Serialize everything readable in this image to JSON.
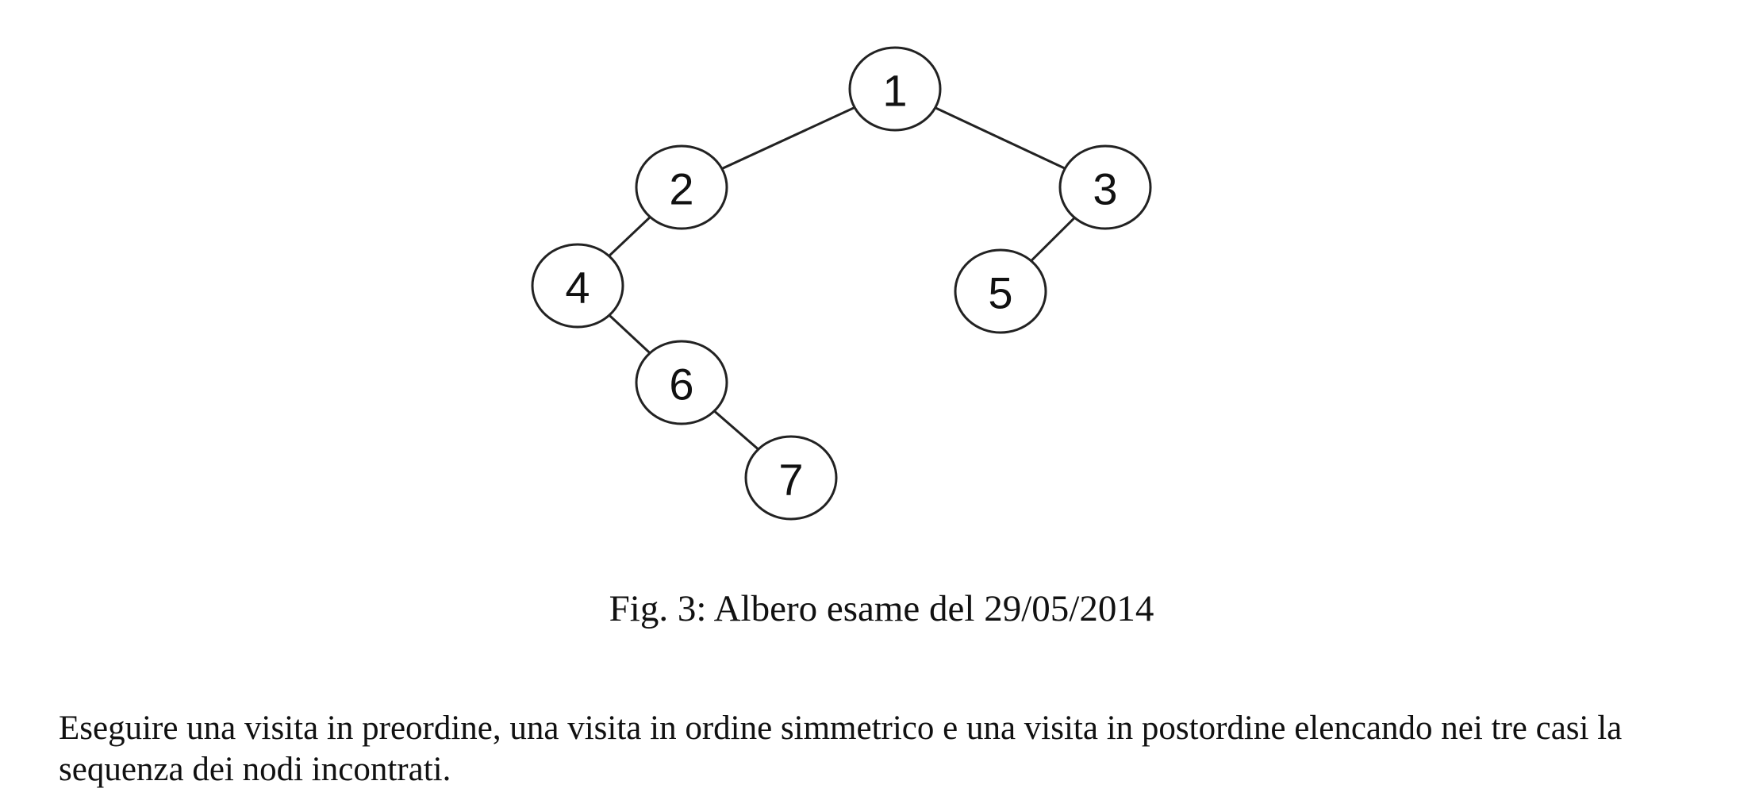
{
  "tree": {
    "nodes": [
      {
        "id": "1",
        "label": "1"
      },
      {
        "id": "2",
        "label": "2"
      },
      {
        "id": "3",
        "label": "3"
      },
      {
        "id": "4",
        "label": "4"
      },
      {
        "id": "5",
        "label": "5"
      },
      {
        "id": "6",
        "label": "6"
      },
      {
        "id": "7",
        "label": "7"
      }
    ],
    "edges": [
      {
        "from": "1",
        "to": "2"
      },
      {
        "from": "1",
        "to": "3"
      },
      {
        "from": "2",
        "to": "4"
      },
      {
        "from": "3",
        "to": "5"
      },
      {
        "from": "4",
        "to": "6"
      },
      {
        "from": "6",
        "to": "7"
      }
    ]
  },
  "caption": "Fig. 3: Albero esame del 29/05/2014",
  "paragraph": "Eseguire una visita in preordine, una visita in ordine simmetrico e una visita in postordine elencando nei tre casi la sequenza dei nodi incontrati."
}
